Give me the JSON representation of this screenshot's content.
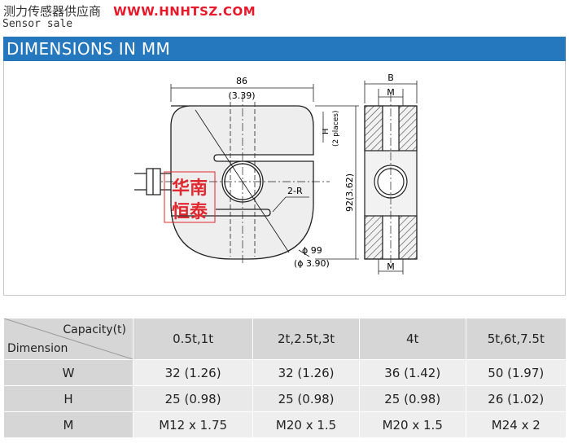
{
  "header": {
    "chinese_title": "测力传感器供应商",
    "url": "WWW.HNHTSZ.COM",
    "subtitle": "Sensor sale"
  },
  "banner": {
    "title": "DIMENSIONS IN MM"
  },
  "drawing": {
    "dim_width": "86",
    "dim_width_in": "(3.39)",
    "dim_h": "H",
    "dim_places": "(2 places)",
    "dim_height": "92(3.62)",
    "radius": "2-R",
    "dia": "ϕ 99",
    "dia_in": "(ϕ 3.90)",
    "side_b": "B",
    "side_m_top": "M",
    "side_m_bottom": "M",
    "stamp_line1": "华南",
    "stamp_line2": "恒泰"
  },
  "table": {
    "corner_top": "Capacity(t)",
    "corner_bottom": "Dimension",
    "capacities": [
      "0.5t,1t",
      "2t,2.5t,3t",
      "4t",
      "5t,6t,7.5t"
    ],
    "rows": [
      {
        "label": "W",
        "values": [
          "32 (1.26)",
          "32 (1.26)",
          "36 (1.42)",
          "50 (1.97)"
        ]
      },
      {
        "label": "H",
        "values": [
          "25 (0.98)",
          "25 (0.98)",
          "25 (0.98)",
          "26 (1.02)"
        ]
      },
      {
        "label": "M",
        "values": [
          "M12 x 1.75",
          "M20 x 1.5",
          "M20 x 1.5",
          "M24 x 2"
        ]
      }
    ]
  }
}
